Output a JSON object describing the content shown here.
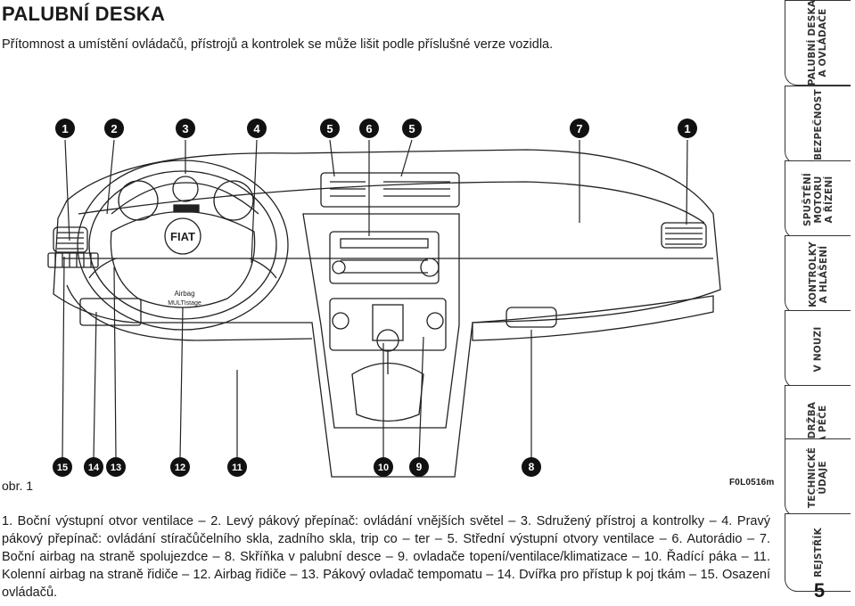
{
  "header": {
    "title": "PALUBNÍ DESKA",
    "subtitle": "Přítomnost a umístění ovládačů, přístrojů a kontrolek se může lišit podle příslušné verze vozidla."
  },
  "figure": {
    "label": "obr. 1",
    "code": "F0L0516m",
    "callouts_top": [
      "1",
      "2",
      "3",
      "4",
      "5",
      "6",
      "5",
      "7",
      "1"
    ],
    "callouts_bottom": [
      "15",
      "14",
      "13",
      "12",
      "11",
      "10",
      "9",
      "8"
    ],
    "steering_logo": "FIAT",
    "airbag_text": "Airbag",
    "multistage_text": "MULTIstage"
  },
  "caption": "1. Boční výstupní otvor ventilace – 2. Levý pákový přepínač: ovládání vnějších světel – 3. Sdružený přístroj a kontrolky – 4. Pravý pákový přepínač: ovládání stíračůčelního skla, zadního skla, trip co – ter – 5. Střední výstupní otvory ventilace – 6. Autorádio – 7. Boční airbag na straně spolujezdce – 8. Skříňka v palubní desce – 9. ovladače topení/ventilace/klimatizace – 10. Řadící páka – 11. Kolenní airbag na straně řidiče – 12. Airbag řidiče – 13. Pákový ovladač tempomatu – 14. Dvířka pro přístup k poj tkám – 15. Osazení ovládačů.",
  "sidebar": {
    "tabs": [
      {
        "label": "PALUBNÍ DESKA\nA OVLÁDAČE",
        "active": true
      },
      {
        "label": "BEZPEČNOST",
        "active": false
      },
      {
        "label": "SPUŠTĚNÍ\nMOTORU\nA ŘÍZENÍ",
        "active": false
      },
      {
        "label": "KONTROLKY\nA HLÁŠENÍ",
        "active": false
      },
      {
        "label": "V NOUZI",
        "active": false
      },
      {
        "label": "ÚDRŽBA\nA PÉČE",
        "active": false
      },
      {
        "label": "TECHNICKÉ\nÚDAJE",
        "active": false
      },
      {
        "label": "REJSTŘÍK",
        "active": false
      }
    ],
    "page_number": "5"
  }
}
